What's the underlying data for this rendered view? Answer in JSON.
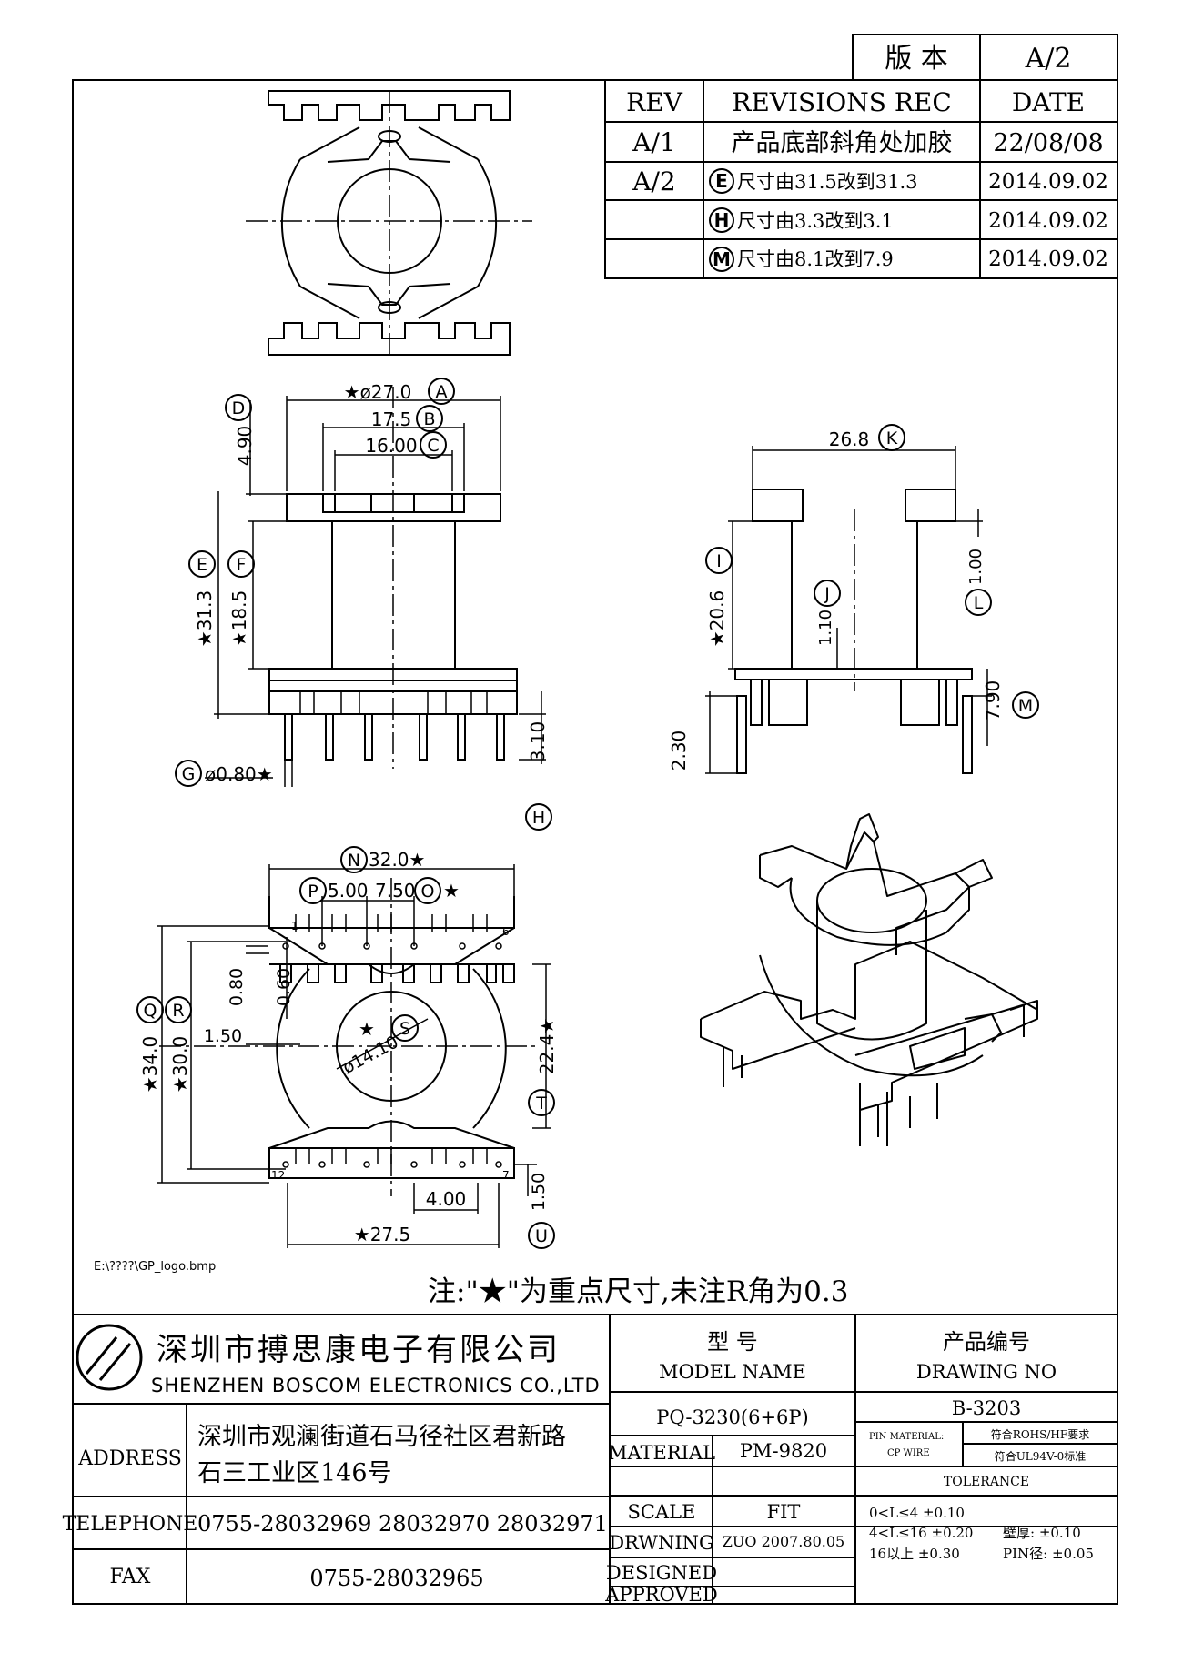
{
  "version_box": {
    "label": "版 本",
    "value": "A/2"
  },
  "revisions": {
    "headers": [
      "REV",
      "REVISIONS REC",
      "DATE"
    ],
    "rows": [
      {
        "rev": "A/1",
        "mark": "",
        "desc": "产品底部斜角处加胶",
        "date": "22/08/08"
      },
      {
        "rev": "A/2",
        "mark": "E",
        "desc": "尺寸由31.5改到31.3",
        "date": "2014.09.02"
      },
      {
        "rev": "",
        "mark": "H",
        "desc": "尺寸由3.3改到3.1",
        "date": "2014.09.02"
      },
      {
        "rev": "",
        "mark": "M",
        "desc": "尺寸由8.1改到7.9",
        "date": "2014.09.02"
      }
    ]
  },
  "dimensions": {
    "A": "★ø27.0",
    "B": "17.5",
    "C": "16.00",
    "D": "4.90",
    "E": "★31.3",
    "F": "★18.5",
    "G": "ø0.80★",
    "H": "3.10",
    "I": "★20.6",
    "J": "1.10",
    "K": "26.8",
    "L": "1.00",
    "M": "7.90",
    "side_extra": "2.30",
    "N": "32.0★",
    "P": "5.00",
    "O_val": "7.50",
    "O": "★",
    "Q": "★34.0",
    "R": "★30.0",
    "S": "★",
    "S_dia": "ø14.10",
    "T": "22.4★",
    "U": "1.50",
    "d080": "0.80",
    "d060": "0.60",
    "d150": "1.50",
    "d400": "4.00",
    "d275": "★27.5",
    "pin1": "1",
    "pin6": "6",
    "pin12": "12",
    "pin7": "7"
  },
  "logo_path": "E:\\????\\GP_logo.bmp",
  "note": "注:\"★\"为重点尺寸,未注R角为0.3",
  "title_block": {
    "company_cn": "深圳市搏思康电子有限公司",
    "company_en": "SHENZHEN BOSCOM ELECTRONICS CO.,LTD",
    "address_label": "ADDRESS",
    "address_line1": "深圳市观澜街道石马径社区君新路",
    "address_line2": "石三工业区146号",
    "telephone_label": "TELEPHONE",
    "telephone": "0755-28032969 28032970 28032971",
    "fax_label": "FAX",
    "fax": "0755-28032965",
    "model_cn": "型      号",
    "model_en": "MODEL NAME",
    "model": "PQ-3230(6+6P)",
    "drawing_cn": "产品编号",
    "drawing_en": "DRAWING NO",
    "drawing_no": "B-3203",
    "material_label": "MATERIAL",
    "material": "PM-9820",
    "scale_label": "SCALE",
    "scale": "FIT",
    "drawing_label": "DRWNING",
    "drawing_date": "ZUO 2007.80.05",
    "designed_label": "DESIGNED",
    "approved_label": "APPROVED",
    "pin_material": "PIN MATERIAL:",
    "cp_wire": "CP WIRE",
    "rohs": "符合ROHS/HF要求",
    "ul": "符合UL94V-0标准",
    "tolerance_label": "TOLERANCE",
    "tol1": "0<L≤4  ±0.10",
    "tol2": "4<L≤16  ±0.20",
    "tol3": "16以上      ±0.30",
    "wall": "壁厚:   ±0.10",
    "pin_dia": "PIN径: ±0.05"
  }
}
